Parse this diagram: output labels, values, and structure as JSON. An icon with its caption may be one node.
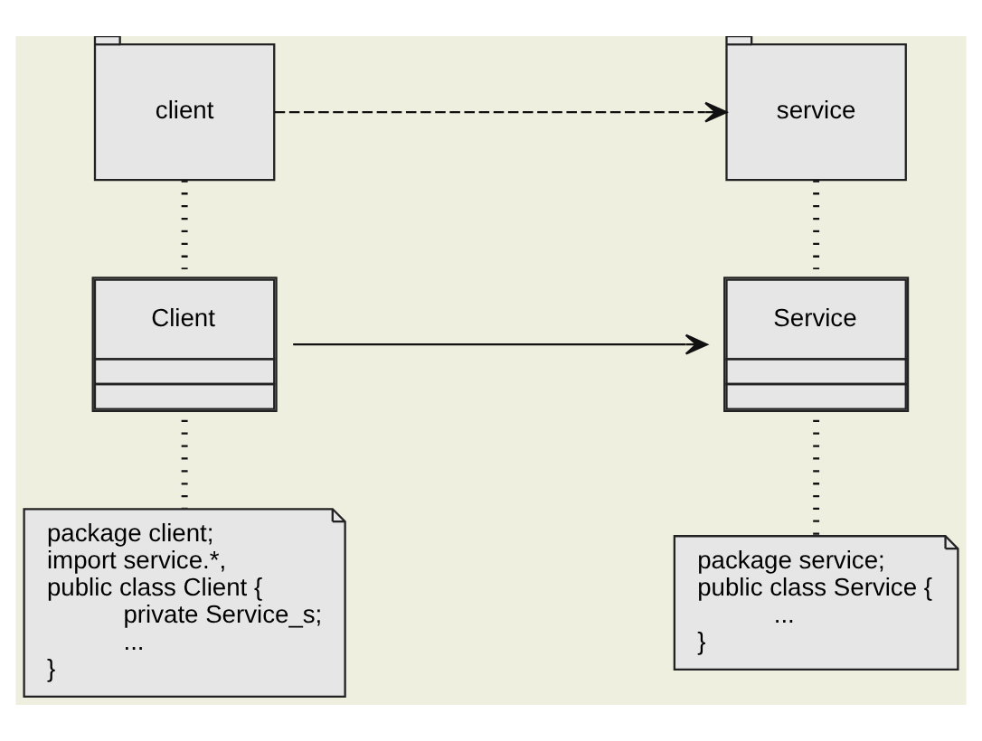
{
  "diagram": {
    "nodes": [
      {
        "text": [
          "client"
        ]
      },
      {
        "text": [
          "service"
        ]
      },
      {
        "text": [
          "Client"
        ]
      },
      {
        "text": [
          "Service"
        ]
      },
      {
        "text": [
          "package client;",
          "import service.*,",
          "public class Client {",
          "private Service_s;",
          "...",
          "}"
        ]
      },
      {
        "text": [
          "package service;",
          "public class Service {",
          "...",
          "}"
        ]
      }
    ],
    "edges": [
      {
        "from": 0,
        "to": 1,
        "arrow": "to",
        "style": "dashed"
      },
      {
        "from": 2,
        "to": 3,
        "arrow": "to"
      },
      {
        "from": 0,
        "to": 2,
        "arrow": "none",
        "style": "dashed"
      },
      {
        "from": 1,
        "to": 3,
        "arrow": "none",
        "style": "dashed"
      },
      {
        "from": 2,
        "to": 4,
        "arrow": "none",
        "style": "dashed"
      },
      {
        "from": 3,
        "to": 5,
        "arrow": "none",
        "style": "dashed"
      }
    ]
  }
}
